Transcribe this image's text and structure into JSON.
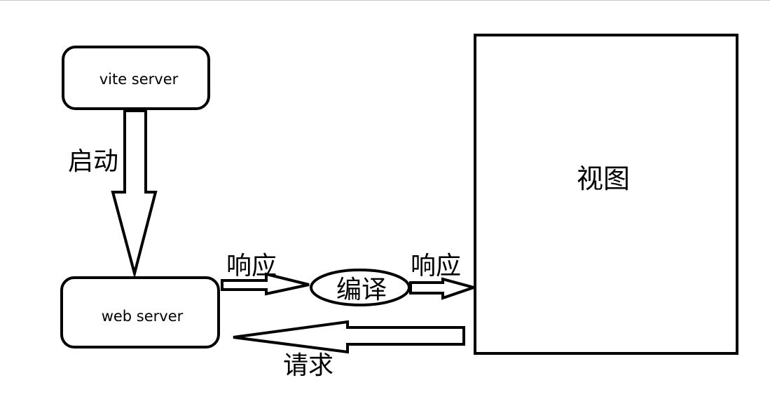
{
  "nodes": {
    "vite_server": "vite server",
    "web_server": "web server",
    "compile": "编译",
    "view": "视图"
  },
  "edges": {
    "start": "启动",
    "response_left": "响应",
    "response_right": "响应",
    "request": "请求"
  },
  "colors": {
    "stroke": "#000000",
    "background": "#ffffff",
    "top_rule": "#c8c8c8"
  }
}
